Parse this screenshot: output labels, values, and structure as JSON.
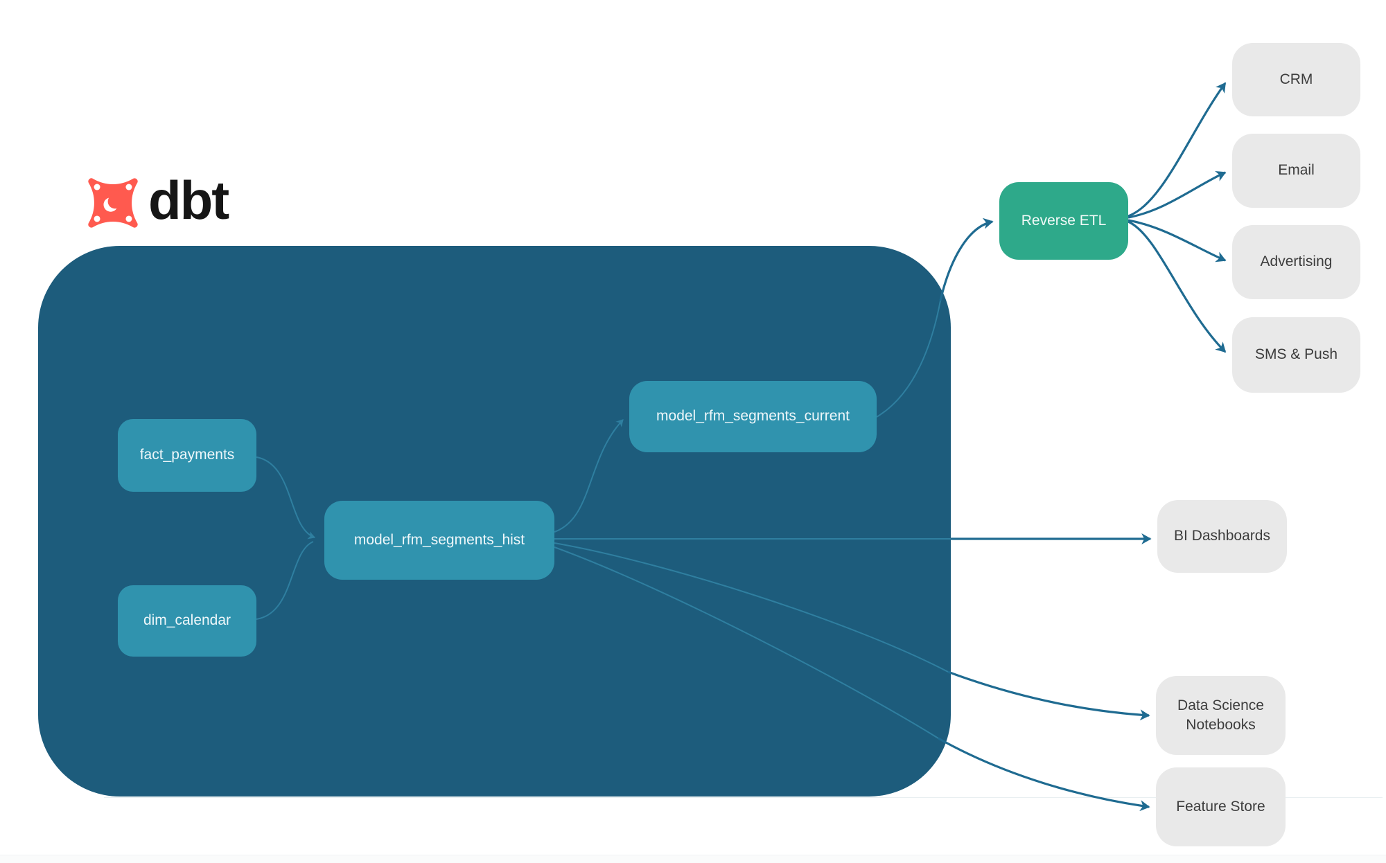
{
  "logo": {
    "wordmark": "dbt",
    "icon": "dbt-star-icon"
  },
  "warehouse": {
    "models": [
      {
        "id": "fact_payments",
        "label": "fact_payments"
      },
      {
        "id": "dim_calendar",
        "label": "dim_calendar"
      },
      {
        "id": "model_rfm_segments_hist",
        "label": "model_rfm_segments_hist"
      },
      {
        "id": "model_rfm_segments_current",
        "label": "model_rfm_segments_current"
      }
    ]
  },
  "activation": {
    "reverse_etl": {
      "label": "Reverse ETL"
    }
  },
  "destinations": [
    {
      "label": "CRM"
    },
    {
      "label": "Email"
    },
    {
      "label": "Advertising"
    },
    {
      "label": "SMS & Push"
    }
  ],
  "consumers": [
    {
      "label": "BI Dashboards"
    },
    {
      "label": "Data Science Notebooks"
    },
    {
      "label": "Feature Store"
    }
  ],
  "edges": [
    "fact_payments -> model_rfm_segments_hist",
    "dim_calendar -> model_rfm_segments_hist",
    "model_rfm_segments_hist -> model_rfm_segments_current",
    "model_rfm_segments_current -> Reverse ETL",
    "Reverse ETL -> CRM",
    "Reverse ETL -> Email",
    "Reverse ETL -> Advertising",
    "Reverse ETL -> SMS & Push",
    "model_rfm_segments_hist -> BI Dashboards",
    "model_rfm_segments_hist -> Data Science Notebooks",
    "model_rfm_segments_hist -> Feature Store"
  ],
  "colors": {
    "warehouse_bg": "#1d5c7c",
    "model_node": "#3093ae",
    "reverse_etl_node": "#2ea98a",
    "destination_node": "#e9e9e9",
    "arrow_outside": "#1f6b91",
    "line_inside": "#2f7fa0",
    "logo_orange": "#ff5a4f",
    "text_dark": "#3d3d3d",
    "text_light": "#eef7fa"
  }
}
